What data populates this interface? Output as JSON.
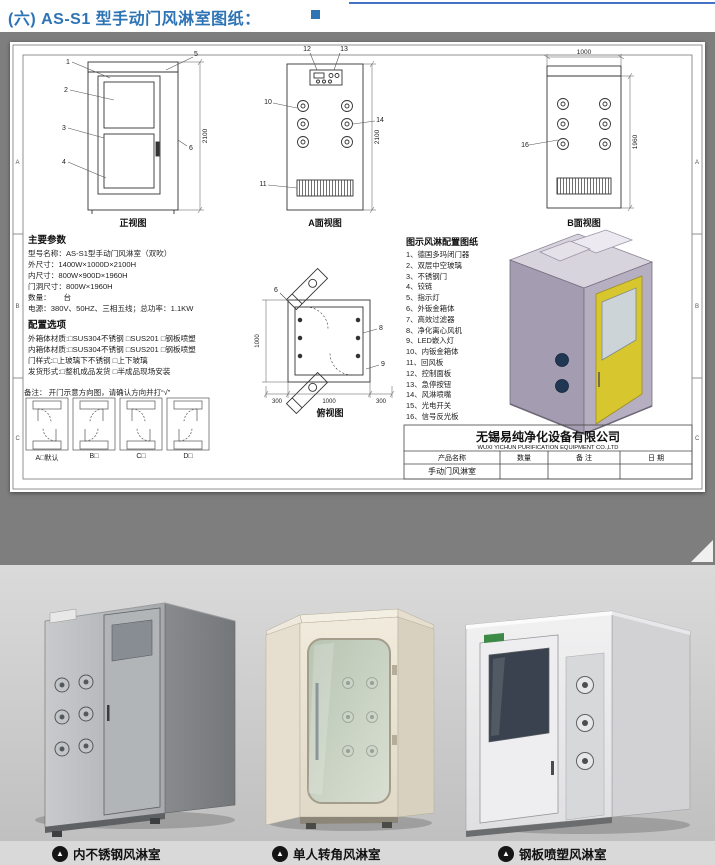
{
  "header": {
    "title": "(六) AS-S1 型手动门风淋室图纸："
  },
  "sheet": {
    "frame_letters": [
      "A",
      "B",
      "C"
    ],
    "views": {
      "front": {
        "label": "正视图",
        "dim_height": "2100",
        "callouts": [
          "1",
          "2",
          "3",
          "4",
          "5",
          "6"
        ]
      },
      "a_view": {
        "label": "A面视图",
        "dim_height": "2100",
        "callouts": [
          "12",
          "13",
          "10",
          "14",
          "11"
        ]
      },
      "b_view": {
        "label": "B面视图",
        "dim_width": "1000",
        "dim_height": "1960",
        "callouts": [
          "16"
        ]
      },
      "top_view": {
        "label": "俯视图",
        "dim_left": "1000",
        "dims_bottom": [
          "300",
          "1000",
          "300"
        ],
        "callouts": [
          "6",
          "8",
          "9"
        ]
      }
    },
    "params": {
      "heading": "主要参数",
      "lines": [
        "型号名称：AS-S1型手动门风淋室（双吹）",
        "外尺寸：1400W×1000D×2100H",
        "内尺寸：800W×900D×1960H",
        "门洞尺寸：800W×1960H",
        "数量：      台",
        "电源：380V、50HZ、三相五线；总功率：1.1KW"
      ]
    },
    "options": {
      "heading": "配置选项",
      "lines": [
        "外箱体材质:□SUS304不锈钢 □SUS201 □钢板喷塑",
        "内箱体材质:□SUS304不锈钢 □SUS201 □钢板喷塑",
        "门样式:□上玻璃下不锈钢 □上下玻璃",
        "发货形式:□整机成品发货 □半成品现场安装"
      ]
    },
    "note": "备注： 开门示意方向图，请确认方向并打“√”",
    "door_options": [
      "A□默认",
      "B□",
      "C□",
      "D□"
    ],
    "config_list": {
      "heading": "图示风淋配置图纸",
      "items": [
        "1、德国多玛闭门器",
        "2、双层中空玻璃",
        "3、不锈钢门",
        "4、铰链",
        "5、指示灯",
        "6、外钣金箱体",
        "7、高效过滤器",
        "8、净化离心风机",
        "9、LED嵌入灯",
        "10、内钣金箱体",
        "11、回风板",
        "12、控制面板",
        "13、急停按钮",
        "14、风淋喷嘴",
        "15、光电开关",
        "16、信号反光板"
      ]
    },
    "company": {
      "name_cn": "无锡易纯净化设备有限公司",
      "name_en": "WUXI YICHUN PURIFICATION EQUIPMENT CO.,LTD",
      "table": {
        "headers": [
          "产品名称",
          "数量",
          "备 注",
          "日 期"
        ],
        "product": "手动门风淋室"
      }
    }
  },
  "photos": [
    {
      "caption": "内不锈钢风淋室"
    },
    {
      "caption": "单人转角风淋室"
    },
    {
      "caption": "钢板喷塑风淋室"
    }
  ],
  "logo_glyph": "▲",
  "colors": {
    "heading_blue": "#2e74b5",
    "rule_blue": "#4472c4",
    "canvas_gray": "#7e7e7e",
    "render_door_yellow": "#d8c62e",
    "render_body_gray": "#a49cb0",
    "caption_bg": "#d9d9d9"
  }
}
